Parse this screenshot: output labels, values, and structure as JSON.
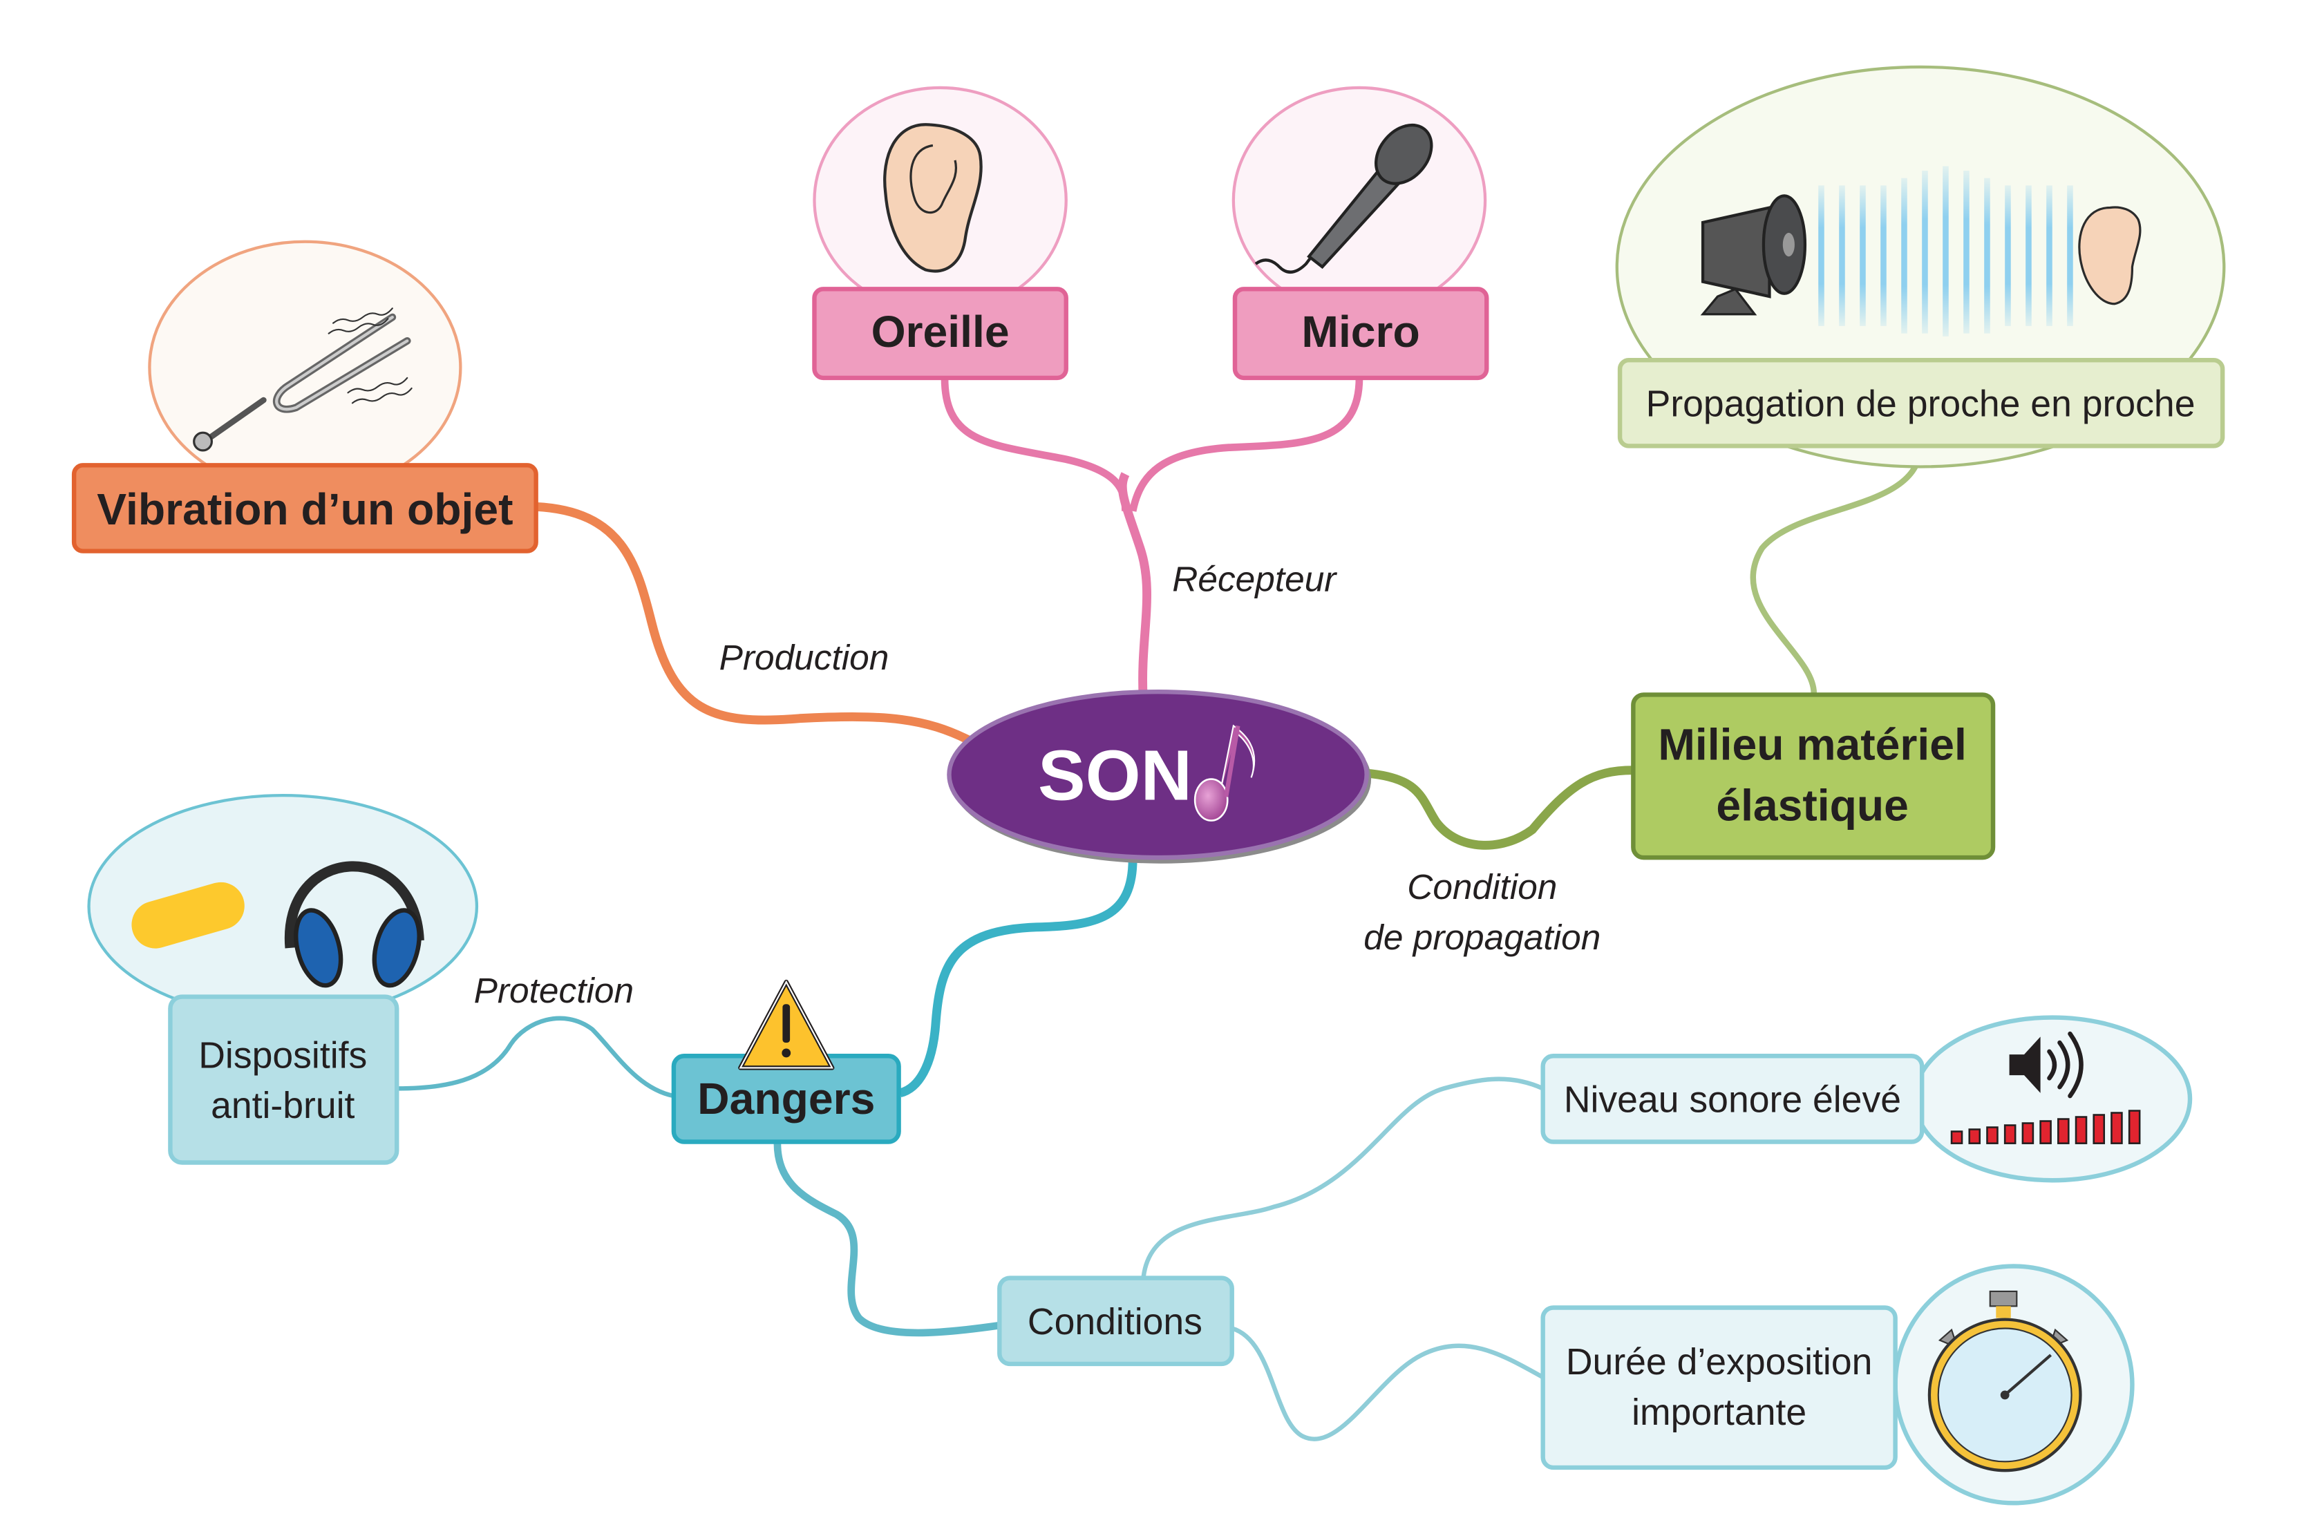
{
  "central": {
    "label": "SON",
    "icon": "music-note-icon",
    "color": "#6e2f85"
  },
  "colors": {
    "production": "#ee8a5a",
    "receptor": "#ef9dbf",
    "propagation": "#aecb62",
    "dangers": "#6cc3d3",
    "danger_leaf": "#e7f4f7"
  },
  "branches": {
    "production": {
      "link_label": "Production",
      "node": "Vibration d’un objet",
      "icon": "tuning-fork-icon"
    },
    "receptor": {
      "link_label": "Récepteur",
      "nodes": [
        {
          "label": "Oreille",
          "icon": "ear-icon"
        },
        {
          "label": "Micro",
          "icon": "microphone-icon"
        }
      ]
    },
    "propagation": {
      "link_label_line1": "Condition",
      "link_label_line2": "de propagation",
      "node_line1": "Milieu matériel",
      "node_line2": "élastique",
      "child": "Propagation de proche en proche",
      "icon": "loudspeaker-to-ear-icon"
    },
    "dangers": {
      "node": "Dangers",
      "icon": "warning-icon",
      "protection": {
        "link_label": "Protection",
        "node_line1": "Dispositifs",
        "node_line2": "anti-bruit",
        "icons": [
          "earplug-icon",
          "ear-muffs-icon"
        ]
      },
      "conditions": {
        "node": "Conditions",
        "children": [
          {
            "label": "Niveau sonore élevé",
            "icon": "volume-icon",
            "level_bars": 11
          },
          {
            "label_line1": "Durée d’exposition",
            "label_line2": "importante",
            "icon": "stopwatch-icon"
          }
        ]
      }
    }
  }
}
